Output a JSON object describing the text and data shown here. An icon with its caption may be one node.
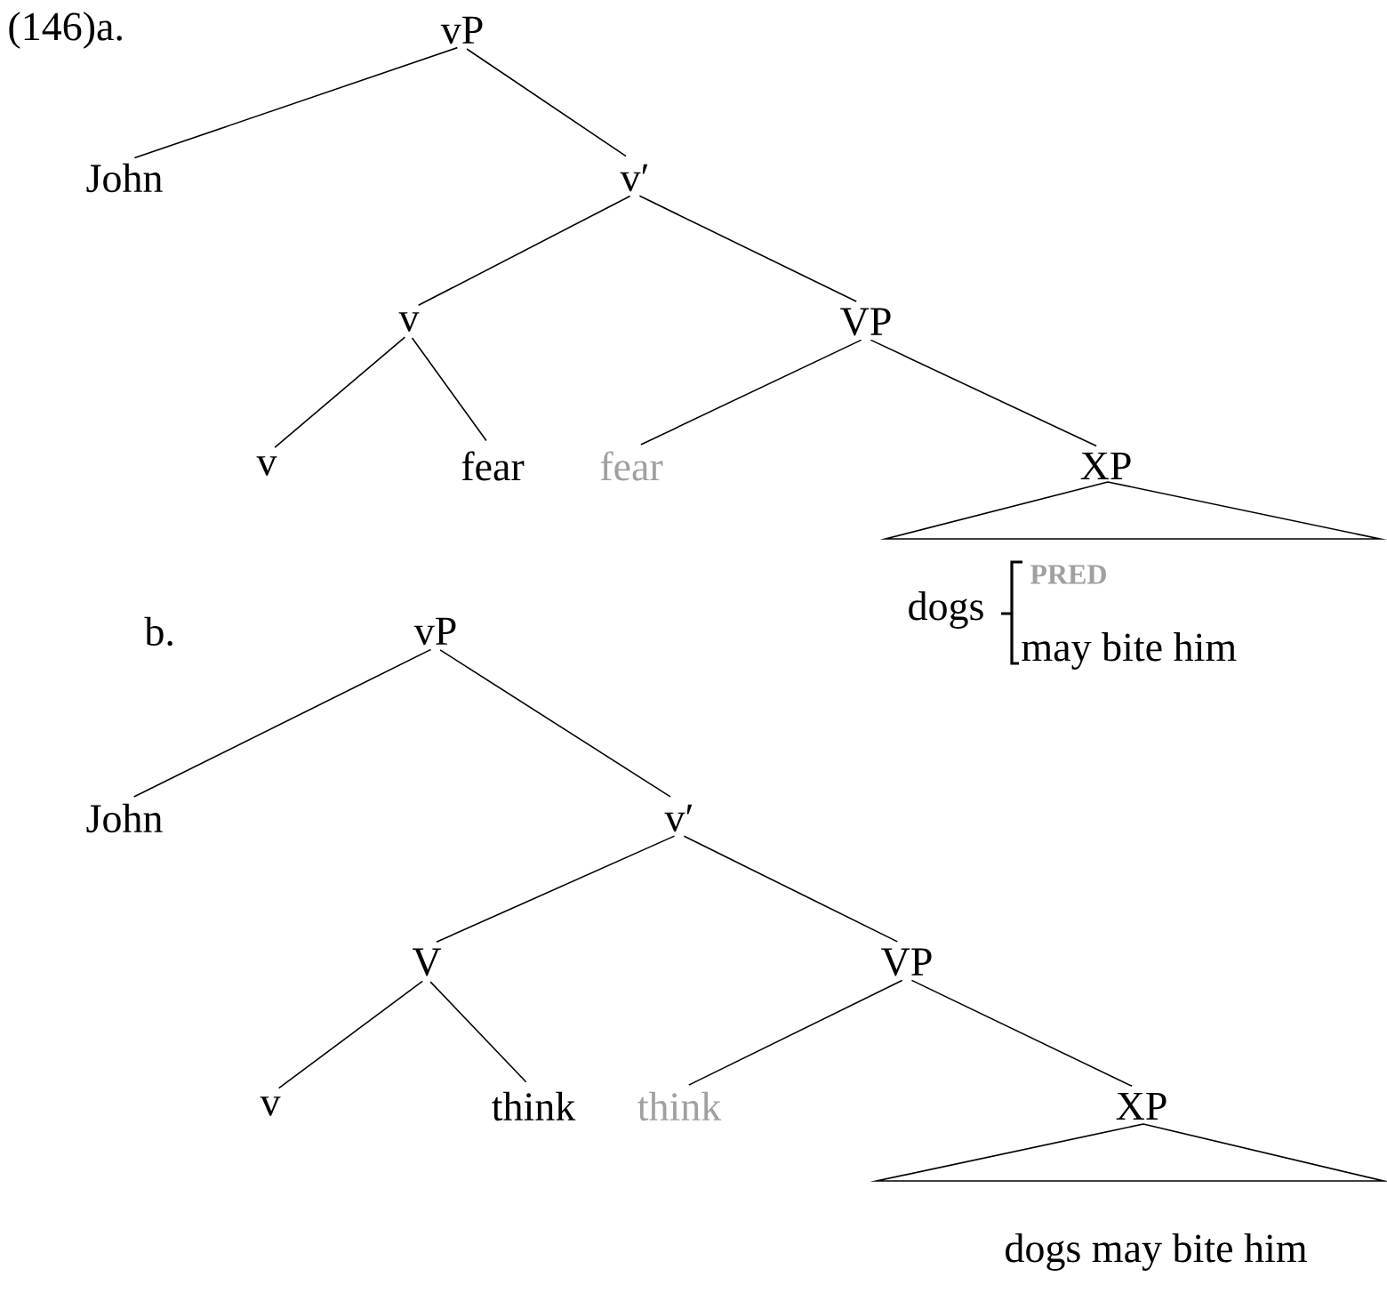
{
  "diagram": {
    "nodes": [
      {
        "text": [
          "vP"
        ]
      },
      {
        "text": [
          "John"
        ]
      },
      {
        "text": [
          "v′"
        ]
      },
      {
        "text": [
          "v"
        ]
      },
      {
        "text": [
          "VP"
        ]
      },
      {
        "text": [
          "v"
        ]
      },
      {
        "text": [
          "fear"
        ]
      },
      {
        "text": [
          "fear"
        ]
      },
      {
        "text": [
          "XP"
        ]
      },
      {
        "text": [
          "dogs"
        ]
      },
      {
        "text": [
          "PRED"
        ]
      },
      {
        "text": [
          "may bite him"
        ]
      },
      {
        "text": [
          "vP"
        ]
      },
      {
        "text": [
          "John"
        ]
      },
      {
        "text": [
          "v′"
        ]
      },
      {
        "text": [
          "V"
        ]
      },
      {
        "text": [
          "VP"
        ]
      },
      {
        "text": [
          "v"
        ]
      },
      {
        "text": [
          "think"
        ]
      },
      {
        "text": [
          "think"
        ]
      },
      {
        "text": [
          "XP"
        ]
      },
      {
        "text": [
          "dogs may bite him"
        ]
      },
      {
        "text": [],
        "shape": "triangle"
      },
      {
        "text": [],
        "shape": "triangle"
      }
    ],
    "edges": [
      {
        "from": 0,
        "to": 1,
        "arrow": "none"
      },
      {
        "from": 0,
        "to": 2,
        "arrow": "none"
      },
      {
        "from": 2,
        "to": 3,
        "arrow": "none"
      },
      {
        "from": 2,
        "to": 4,
        "arrow": "none"
      },
      {
        "from": 3,
        "to": 5,
        "arrow": "none"
      },
      {
        "from": 3,
        "to": 6,
        "arrow": "none"
      },
      {
        "from": 4,
        "to": 7,
        "arrow": "none"
      },
      {
        "from": 4,
        "to": 8,
        "arrow": "none"
      },
      {
        "from": 12,
        "to": 13,
        "arrow": "none"
      },
      {
        "from": 12,
        "to": 14,
        "arrow": "none"
      },
      {
        "from": 14,
        "to": 15,
        "arrow": "none"
      },
      {
        "from": 14,
        "to": 16,
        "arrow": "none"
      },
      {
        "from": 15,
        "to": 17,
        "arrow": "none"
      },
      {
        "from": 15,
        "to": 18,
        "arrow": "none"
      },
      {
        "from": 16,
        "to": 19,
        "arrow": "none"
      },
      {
        "from": 16,
        "to": 20,
        "arrow": "none"
      }
    ],
    "labels": [
      "(146)a.",
      "b."
    ]
  }
}
